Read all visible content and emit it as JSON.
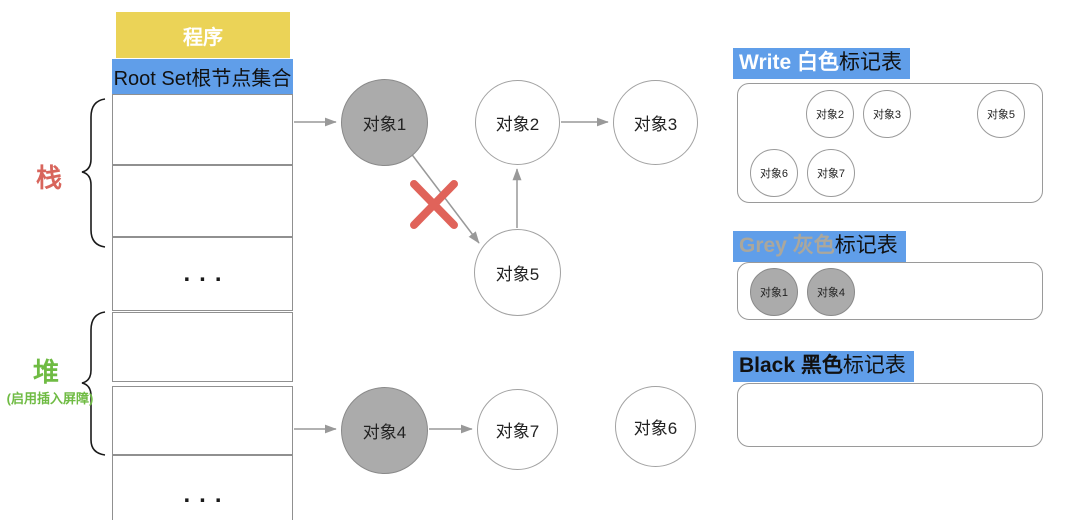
{
  "colors": {
    "program_yellow": "#EBD357",
    "highlight_blue": "#609EE9",
    "stack_red": "#D8655C",
    "heap_green": "#7DBF4E",
    "gray_node_fill": "#ABABAB",
    "arrow_gray": "#999999",
    "cross_red": "#E0635A",
    "grey_title_text": "#ABA79C"
  },
  "memory": {
    "program": "程序",
    "root_set": "Root Set根节点集合",
    "stack_label": "栈",
    "heap_label": "堆",
    "heap_note": "(启用插入屏障)",
    "ellipsis_top": "...",
    "ellipsis_bottom": "..."
  },
  "graph": {
    "nodes": [
      {
        "id": "obj1",
        "label": "对象1",
        "fill": "gray"
      },
      {
        "id": "obj2",
        "label": "对象2",
        "fill": "white"
      },
      {
        "id": "obj3",
        "label": "对象3",
        "fill": "white"
      },
      {
        "id": "obj5",
        "label": "对象5",
        "fill": "white"
      },
      {
        "id": "obj4",
        "label": "对象4",
        "fill": "gray"
      },
      {
        "id": "obj7",
        "label": "对象7",
        "fill": "white"
      },
      {
        "id": "obj6",
        "label": "对象6",
        "fill": "white"
      }
    ],
    "edges": [
      {
        "from": "root-set-stack",
        "to": "对象1"
      },
      {
        "from": "对象2",
        "to": "对象3"
      },
      {
        "from": "对象5",
        "to": "对象2"
      },
      {
        "from": "对象1",
        "to": "对象5",
        "status": "deleted"
      },
      {
        "from": "heap",
        "to": "对象4"
      },
      {
        "from": "对象4",
        "to": "对象7"
      }
    ]
  },
  "panels": [
    {
      "title_accent": "Write 白色",
      "title_rest": "标记表",
      "items": [
        {
          "label": "对象2"
        },
        {
          "label": "对象3"
        },
        {
          "label": "对象5"
        },
        {
          "label": "对象6"
        },
        {
          "label": "对象7"
        }
      ]
    },
    {
      "title_accent": "Grey 灰色",
      "title_rest": "标记表",
      "items": [
        {
          "label": "对象1"
        },
        {
          "label": "对象4"
        }
      ]
    },
    {
      "title_accent": "Black 黑色",
      "title_rest": "标记表",
      "items": []
    }
  ]
}
